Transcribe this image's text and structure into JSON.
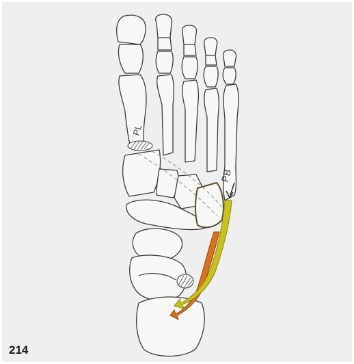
{
  "figure": {
    "number": "214",
    "labels": {
      "peroneus_longus": "PL",
      "peroneus_brevis": "PB"
    }
  },
  "colors": {
    "panel_background": "#efefef",
    "tendon_brevis": "#c9c21a",
    "tendon_longus": "#d9711f",
    "bone_outline": "#3a3a3a"
  }
}
